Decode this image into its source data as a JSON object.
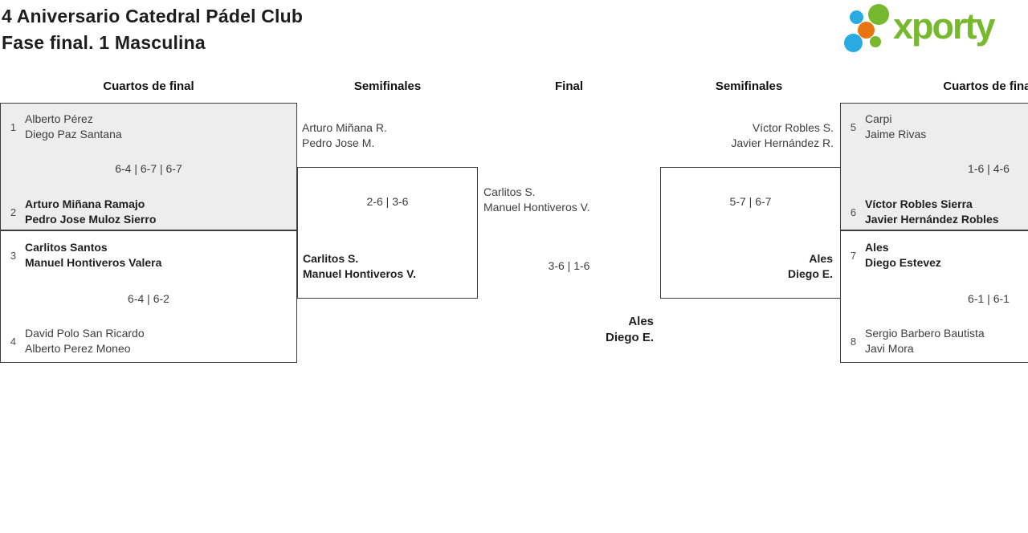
{
  "header": {
    "title_line1": "4 Aniversario Catedral Pádel Club",
    "title_line2": "Fase final. 1 Masculina",
    "logo_text": "xporty"
  },
  "columns": {
    "0": "Cuartos de final",
    "1": "Semifinales",
    "2": "Final",
    "3": "Semifinales",
    "4": "Cuartos de final"
  },
  "colors": {
    "logo_green": "#76b82e",
    "logo_blue": "#29abe2",
    "logo_orange": "#e87511",
    "box_shaded": "#ededed",
    "box_border": "#3c3c3c",
    "winner_text": "#1f1f1f",
    "normal_text": "#3d3d3d"
  },
  "matches": {
    "qf1": {
      "seed_top": "1",
      "team_top": [
        "Alberto Pérez",
        "Diego Paz Santana"
      ],
      "score": "6-4 | 6-7 | 6-7",
      "seed_bottom": "2",
      "team_bottom": [
        "Arturo Miñana Ramajo",
        "Pedro Jose Muloz Sierro"
      ]
    },
    "qf2": {
      "seed_top": "3",
      "team_top": [
        "Carlitos Santos",
        "Manuel Hontiveros Valera"
      ],
      "score": "6-4 | 6-2",
      "seed_bottom": "4",
      "team_bottom": [
        "David Polo San Ricardo",
        "Alberto Perez Moneo"
      ]
    },
    "sf_left": {
      "team_top": [
        "Arturo Miñana R.",
        "Pedro Jose M."
      ],
      "score": "2-6 | 3-6",
      "team_bottom": [
        "Carlitos S.",
        "Manuel Hontiveros V."
      ]
    },
    "final": {
      "team_top": [
        "Carlitos S.",
        "Manuel Hontiveros V."
      ],
      "score": "3-6 | 1-6",
      "team_bottom": [
        "Ales",
        "Diego E."
      ]
    },
    "sf_right": {
      "team_top": [
        "Víctor Robles S.",
        "Javier Hernández R."
      ],
      "score": "5-7 | 6-7",
      "team_bottom": [
        "Ales",
        "Diego E."
      ]
    },
    "qf3": {
      "seed_top": "5",
      "team_top": [
        "Carpi",
        "Jaime Rivas"
      ],
      "score": "1-6 | 4-6",
      "seed_bottom": "6",
      "team_bottom": [
        "Víctor Robles Sierra",
        "Javier Hernández Robles"
      ]
    },
    "qf4": {
      "seed_top": "7",
      "team_top": [
        "Ales",
        "Diego Estevez"
      ],
      "score": "6-1 | 6-1",
      "seed_bottom": "8",
      "team_bottom": [
        "Sergio Barbero Bautista",
        "Javi Mora"
      ]
    }
  }
}
